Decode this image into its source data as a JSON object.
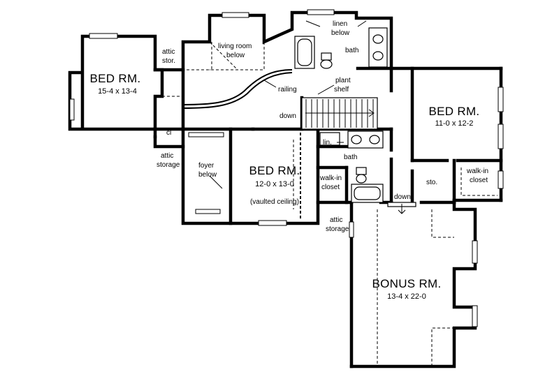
{
  "rooms": {
    "bed1": {
      "name": "BED RM.",
      "dims": "15-4  x  13-4"
    },
    "bed2": {
      "name": "BED RM.",
      "dims": "11-0  x  12-2"
    },
    "bed3": {
      "name": "BED RM.",
      "dims": "12-0  x  13-0",
      "note": "(vaulted ceiling)"
    },
    "bonus": {
      "name": "BONUS RM.",
      "dims": "13-4  x  22-0"
    }
  },
  "labels": {
    "attic_stor": [
      "attic",
      "stor."
    ],
    "living_room_below": [
      "living room",
      "below"
    ],
    "linen_below": [
      "linen",
      "below"
    ],
    "bath_top": "bath",
    "railing": "railing",
    "plant_shelf": [
      "plant",
      "shelf"
    ],
    "down_stair": "down",
    "cl": "cl",
    "attic_storage_left": [
      "attic",
      "storage"
    ],
    "foyer_below": [
      "foyer",
      "below"
    ],
    "lin": "lin.",
    "bath_mid": "bath",
    "walk_in_closet_mid": [
      "walk-in",
      "closet"
    ],
    "sto": "sto.",
    "walk_in_closet_right": [
      "walk-in",
      "closet"
    ],
    "down_bonus": "down",
    "attic_storage_mid": [
      "attic",
      "storage"
    ]
  }
}
